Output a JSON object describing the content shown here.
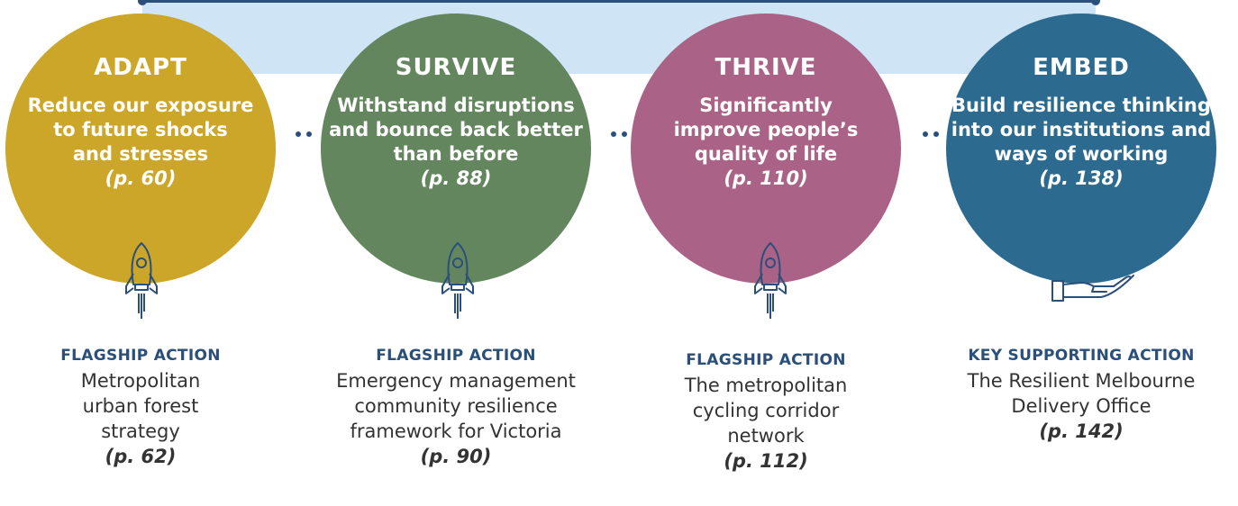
{
  "colors": {
    "adapt": "#cca629",
    "survive": "#64865e",
    "thrive": "#aa6386",
    "embed": "#2c6b8f",
    "band": "#cfe5f5",
    "navy": "#2a4f7a"
  },
  "pillars": [
    {
      "title": "ADAPT",
      "description": "Reduce our exposure\nto future shocks\nand stresses",
      "page": "(p. 60)",
      "icon": "rocket-icon",
      "action_label": "FLAGSHIP ACTION",
      "action_text": "Metropolitan\nurban forest\nstrategy",
      "action_page": "(p. 62)"
    },
    {
      "title": "SURVIVE",
      "description": "Withstand disruptions\nand bounce back better\nthan before",
      "page": "(p. 88)",
      "icon": "rocket-icon",
      "action_label": "FLAGSHIP ACTION",
      "action_text": "Emergency management\ncommunity resilience\nframework for Victoria",
      "action_page": "(p. 90)"
    },
    {
      "title": "THRIVE",
      "description": "Significantly\nimprove people’s\nquality of life",
      "page": "(p. 110)",
      "icon": "rocket-icon",
      "action_label": "FLAGSHIP ACTION",
      "action_text": "The metropolitan\ncycling corridor\nnetwork",
      "action_page": "(p. 112)"
    },
    {
      "title": "EMBED",
      "description": "Build resilience thinking\ninto our institutions and\nways of working",
      "page": "(p. 138)",
      "icon": "hand-icon",
      "action_label": "KEY SUPPORTING ACTION",
      "action_text": "The Resilient Melbourne\nDelivery Office",
      "action_page": "(p. 142)"
    }
  ]
}
